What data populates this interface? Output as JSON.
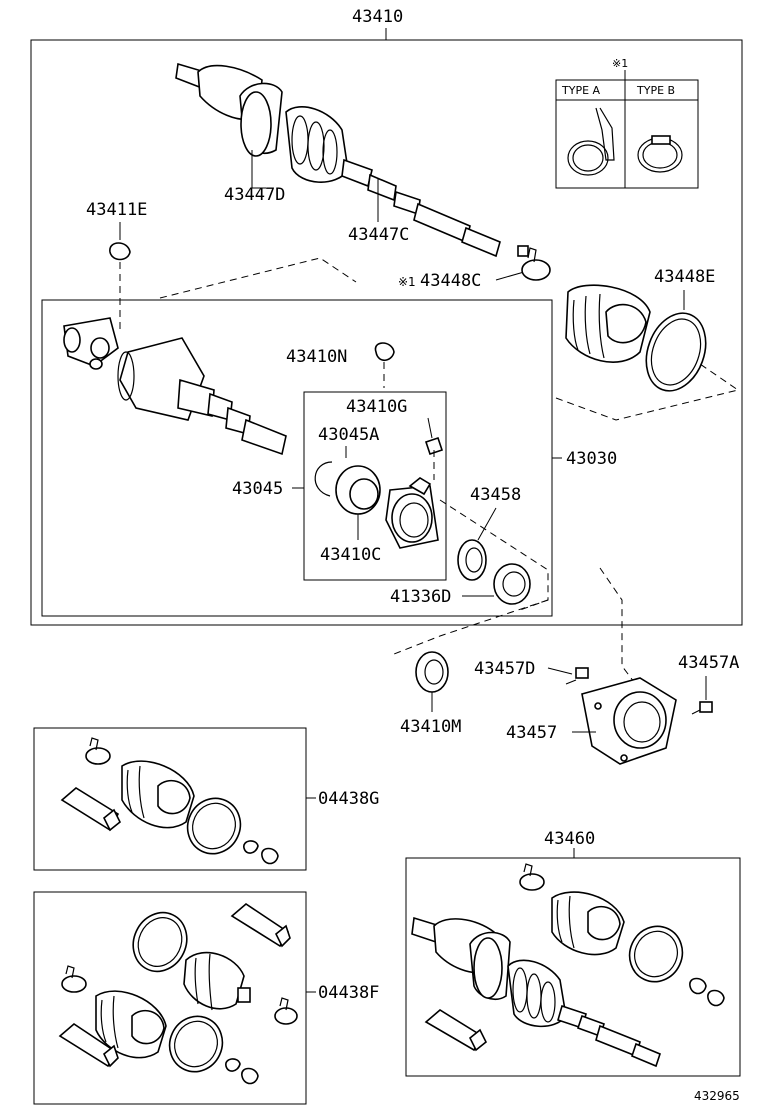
{
  "labels": {
    "p43410": "43410",
    "note1": "※1",
    "type_a": "TYPE A",
    "type_b": "TYPE B",
    "p43447D": "43447D",
    "p43447C": "43447C",
    "p43411E": "43411E",
    "p43448C_mark": "※1",
    "p43448C": "43448C",
    "p43448E": "43448E",
    "p43410N": "43410N",
    "p43410G": "43410G",
    "p43045A": "43045A",
    "p43045": "43045",
    "p43030": "43030",
    "p43458": "43458",
    "p43410C": "43410C",
    "p41336D": "41336D",
    "p43457D": "43457D",
    "p43457A": "43457A",
    "p43410M": "43410M",
    "p43457": "43457",
    "p04438G": "04438G",
    "p43460": "43460",
    "p04438F": "04438F",
    "diagram_id": "432965"
  },
  "colors": {
    "ink": "#000000",
    "paper": "#ffffff"
  }
}
